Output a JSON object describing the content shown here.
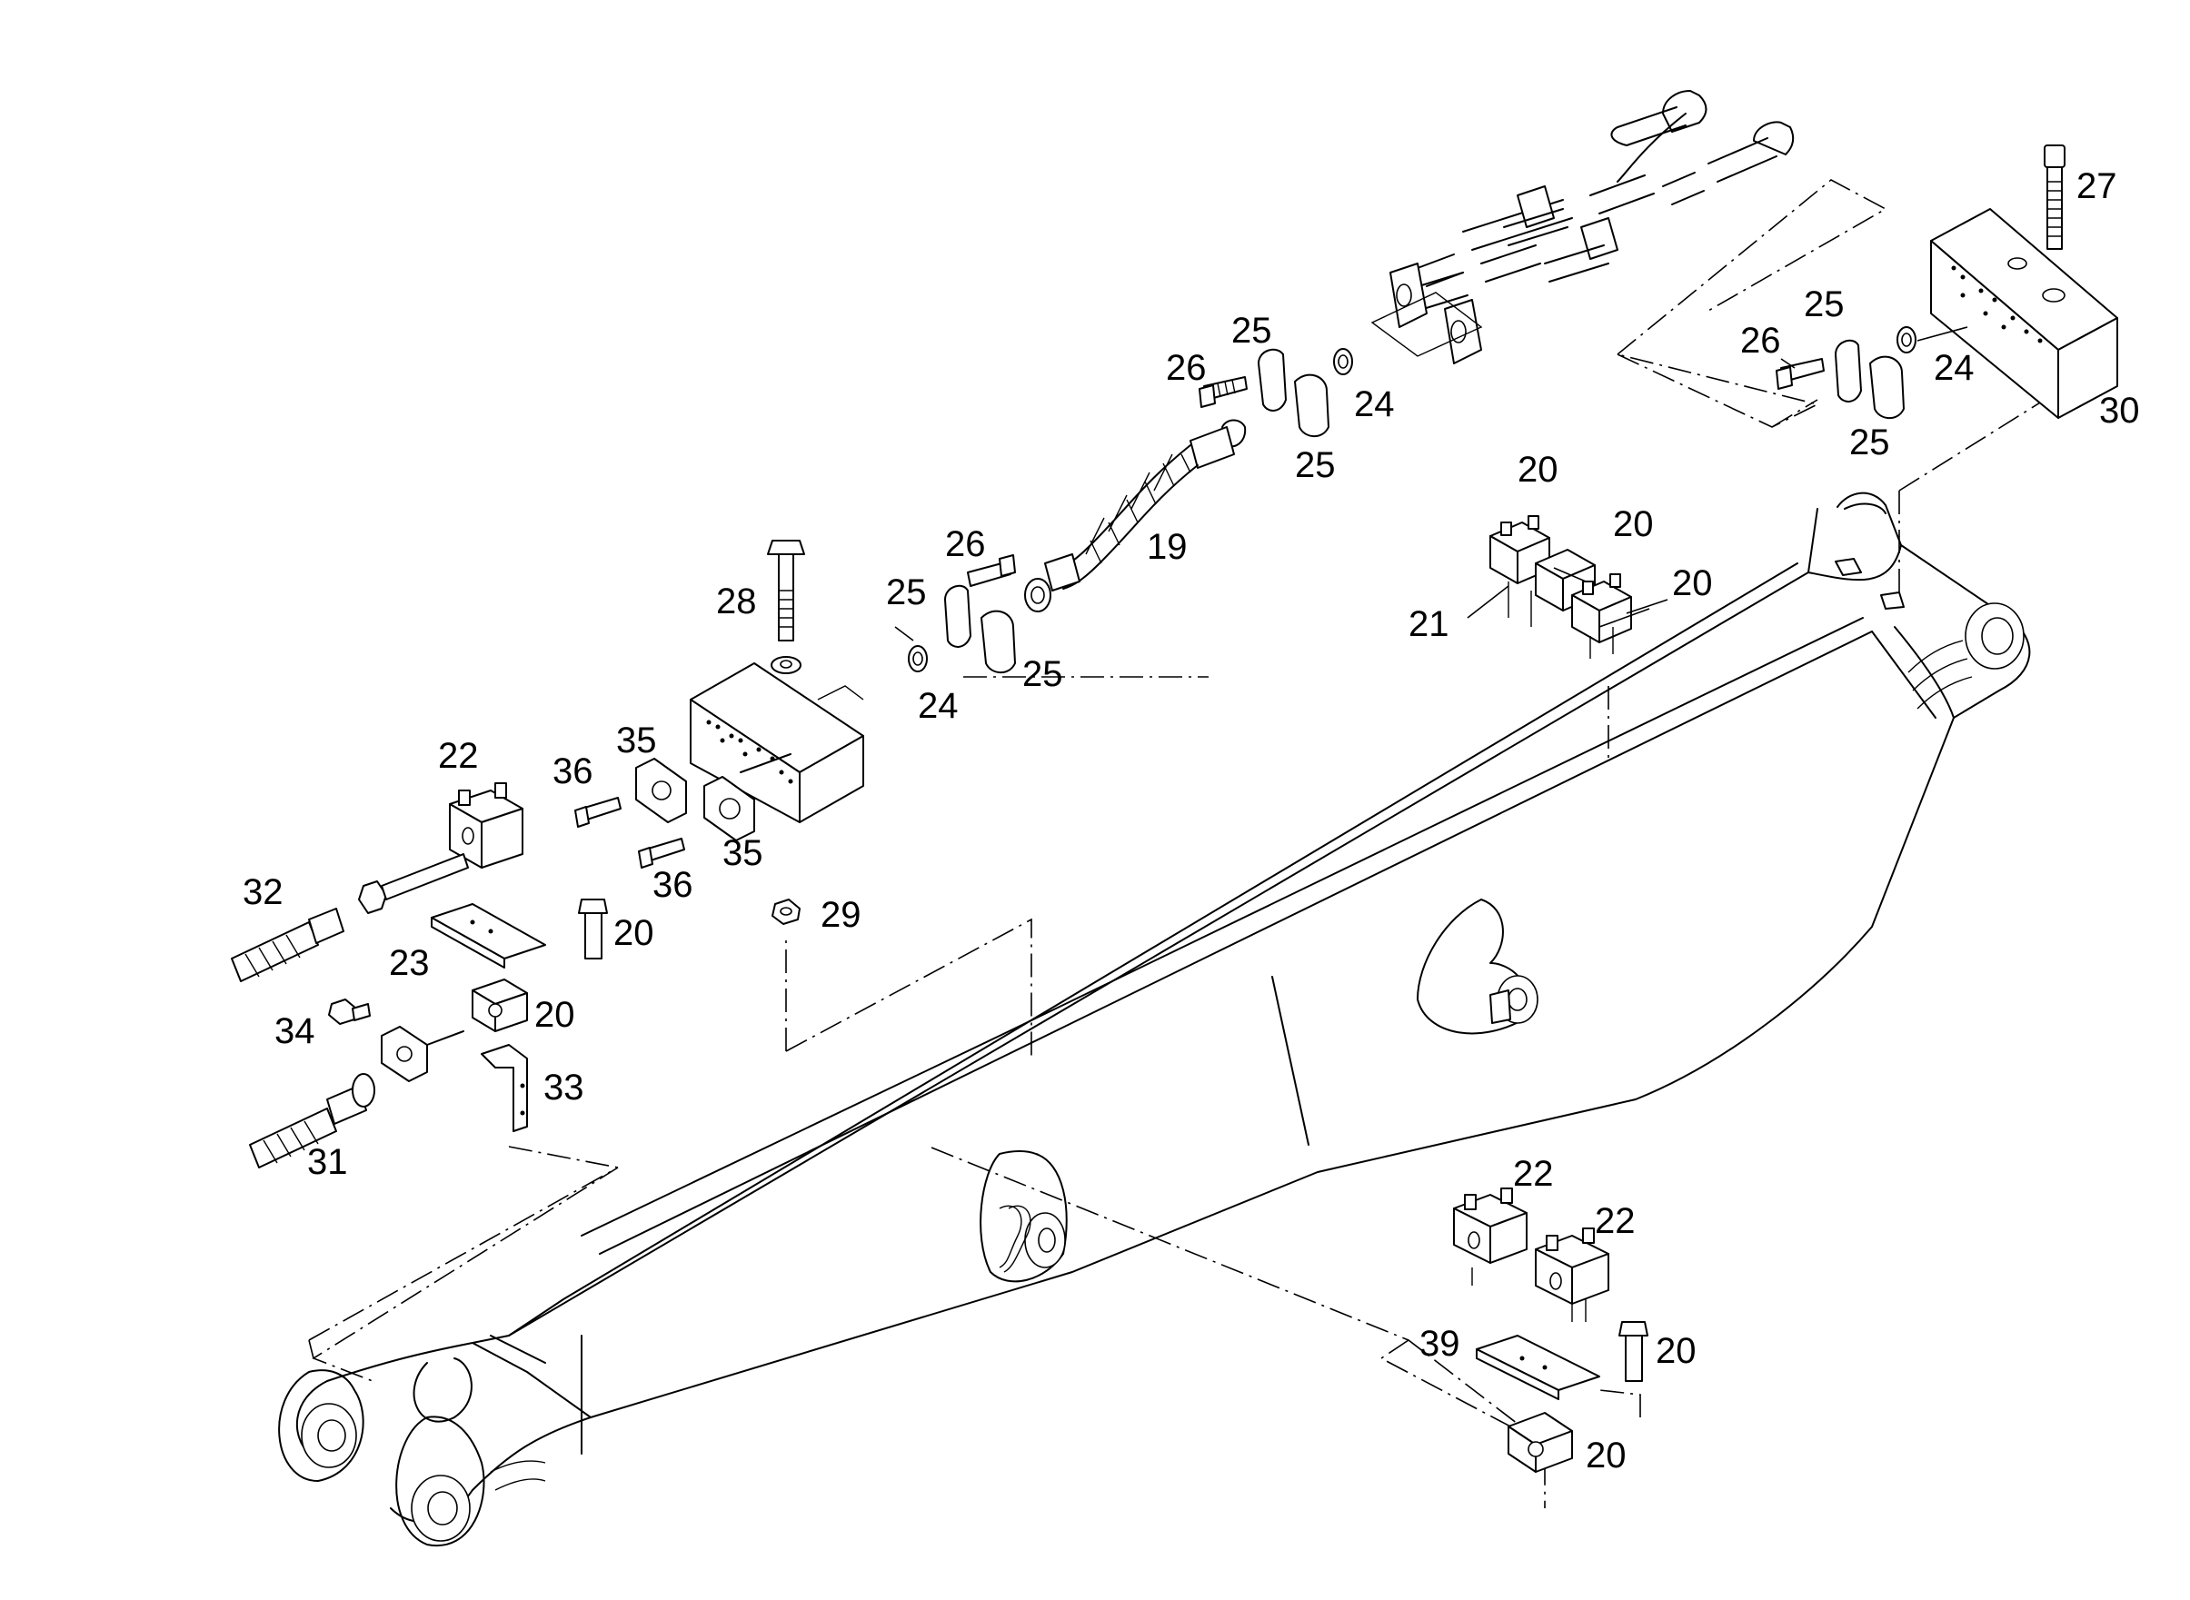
{
  "colors": {
    "line": "#000000",
    "background": "#ffffff"
  },
  "callouts": [
    {
      "id": "c19",
      "text": "19"
    },
    {
      "id": "c20a",
      "text": "20"
    },
    {
      "id": "c20b",
      "text": "20"
    },
    {
      "id": "c20c",
      "text": "20"
    },
    {
      "id": "c20d",
      "text": "20"
    },
    {
      "id": "c20e",
      "text": "20"
    },
    {
      "id": "c20f",
      "text": "20"
    },
    {
      "id": "c20g",
      "text": "20"
    },
    {
      "id": "c21",
      "text": "21"
    },
    {
      "id": "c22a",
      "text": "22"
    },
    {
      "id": "c22b",
      "text": "22"
    },
    {
      "id": "c22c",
      "text": "22"
    },
    {
      "id": "c23",
      "text": "23"
    },
    {
      "id": "c24a",
      "text": "24"
    },
    {
      "id": "c24b",
      "text": "24"
    },
    {
      "id": "c24c",
      "text": "24"
    },
    {
      "id": "c25a",
      "text": "25"
    },
    {
      "id": "c25b",
      "text": "25"
    },
    {
      "id": "c25c",
      "text": "25"
    },
    {
      "id": "c25d",
      "text": "25"
    },
    {
      "id": "c25e",
      "text": "25"
    },
    {
      "id": "c25f",
      "text": "25"
    },
    {
      "id": "c26a",
      "text": "26"
    },
    {
      "id": "c26b",
      "text": "26"
    },
    {
      "id": "c26c",
      "text": "26"
    },
    {
      "id": "c27",
      "text": "27"
    },
    {
      "id": "c28",
      "text": "28"
    },
    {
      "id": "c29",
      "text": "29"
    },
    {
      "id": "c30",
      "text": "30"
    },
    {
      "id": "c31",
      "text": "31"
    },
    {
      "id": "c32",
      "text": "32"
    },
    {
      "id": "c33",
      "text": "33"
    },
    {
      "id": "c34",
      "text": "34"
    },
    {
      "id": "c35a",
      "text": "35"
    },
    {
      "id": "c35b",
      "text": "35"
    },
    {
      "id": "c36a",
      "text": "36"
    },
    {
      "id": "c36b",
      "text": "36"
    },
    {
      "id": "c39",
      "text": "39"
    }
  ]
}
